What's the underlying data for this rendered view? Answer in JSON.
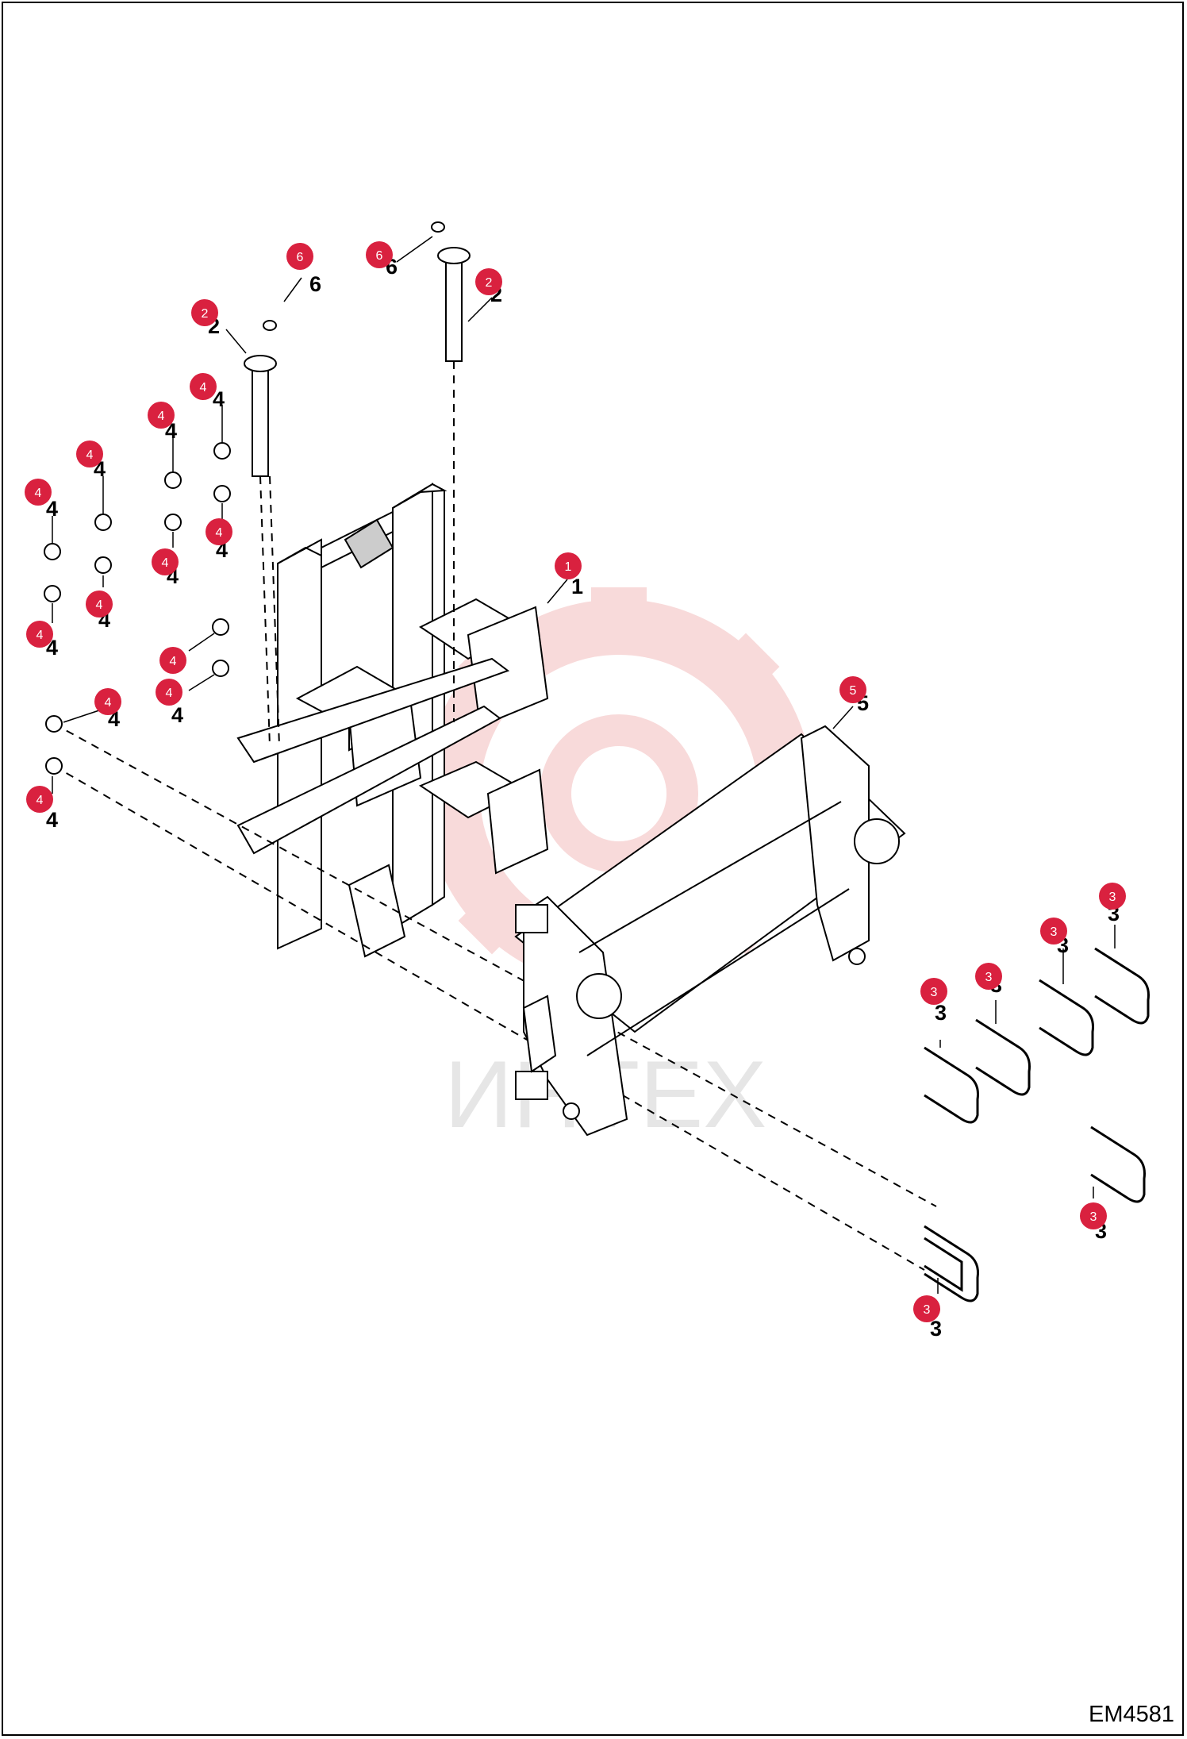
{
  "drawing_code": "EM4581",
  "watermark_text": "ИНТЕХ",
  "colors": {
    "callout_fill": "#d9213f",
    "line": "#000000",
    "watermark": "#f2b6b6",
    "watermark_text": "#e6e6e6"
  },
  "callouts": [
    {
      "label": "1"
    },
    {
      "label": "2"
    },
    {
      "label": "2"
    },
    {
      "label": "6"
    },
    {
      "label": "6"
    },
    {
      "label": "5"
    },
    {
      "label": "4"
    },
    {
      "label": "4"
    },
    {
      "label": "4"
    },
    {
      "label": "4"
    },
    {
      "label": "4"
    },
    {
      "label": "4"
    },
    {
      "label": "4"
    },
    {
      "label": "4"
    },
    {
      "label": "4"
    },
    {
      "label": "4"
    },
    {
      "label": "4"
    },
    {
      "label": "4"
    },
    {
      "label": "3"
    },
    {
      "label": "3"
    },
    {
      "label": "3"
    },
    {
      "label": "3"
    },
    {
      "label": "3"
    },
    {
      "label": "3"
    }
  ]
}
